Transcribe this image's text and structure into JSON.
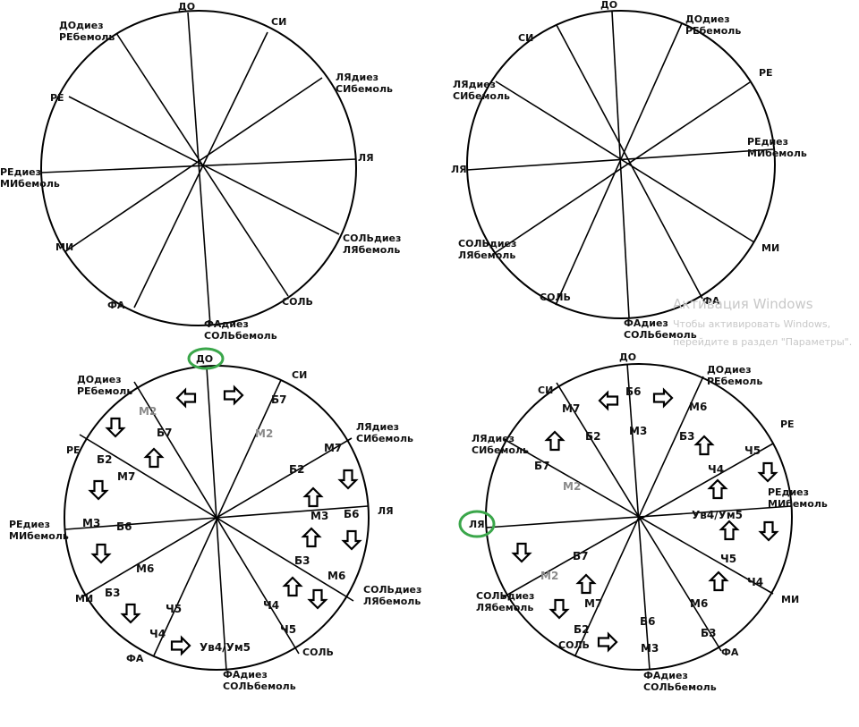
{
  "diagrams": [
    {
      "notes": [
        "ДО",
        "СИ",
        "ЛЯдиез СИбемоль",
        "ЛЯ",
        "СОЛЬдиез ЛЯбемоль",
        "СОЛЬ",
        "ФАдиез СОЛЬбемоль",
        "ФА",
        "МИ",
        "РЕдиез МИбемоль",
        "РЕ",
        "ДОдиез РЕбемоль"
      ]
    },
    {
      "notes": [
        "ДО",
        "ДОдиез РЕбемоль",
        "РЕ",
        "РЕдиез МИбемоль",
        "МИ",
        "ФА",
        "ФАдиез СОЛЬбемоль",
        "СОЛЬ",
        "СОЛЬдиез ЛЯбемоль",
        "ЛЯ",
        "ЛЯдиез СИбемоль",
        "СИ"
      ]
    },
    {
      "notes": [
        "ДО",
        "СИ",
        "ЛЯдиез СИбемоль",
        "ЛЯ",
        "СОЛЬдиез ЛЯбемоль",
        "СОЛЬ",
        "ФАдиез СОЛЬбемоль",
        "ФА",
        "МИ",
        "РЕдиез МИбемоль",
        "РЕ",
        "ДОдиез РЕбемоль"
      ],
      "highlighted_note": "ДО",
      "highlight_color": "#3aa64a",
      "intervals": [
        "М2",
        "Б2",
        "М3",
        "Б3",
        "Ч4",
        "Ув4/Ум5",
        "Ч5",
        "М6",
        "Б6",
        "М7",
        "Б7",
        "М2",
        "Б2",
        "М3",
        "Б3",
        "Ч4",
        "Ч5",
        "М6",
        "Б6",
        "М7",
        "Б7"
      ]
    },
    {
      "notes": [
        "ДО",
        "ДОдиез РЕбемоль",
        "РЕ",
        "РЕдиез МИбемоль",
        "МИ",
        "ФА",
        "ФАдиез СОЛЬбемоль",
        "СОЛЬ",
        "СОЛЬдиез ЛЯбемоль",
        "ЛЯ",
        "ЛЯдиез СИбемоль",
        "СИ"
      ],
      "highlighted_note": "ЛЯ",
      "highlight_color": "#3aa64a",
      "intervals": [
        "Б6",
        "М3",
        "М6",
        "Б3",
        "Ч4",
        "Ч5",
        "Ув4/Ум5",
        "Ч5",
        "Ч4",
        "М6",
        "Б3",
        "Б6",
        "М3",
        "М7",
        "Б2",
        "Б7",
        "М2",
        "Б7",
        "М2",
        "М7",
        "Б2"
      ]
    }
  ],
  "watermark": {
    "line1": "Активация Windows",
    "line2": "Чтобы активировать Windows,",
    "line3": "перейдите в раздел \"Параметры\"."
  }
}
